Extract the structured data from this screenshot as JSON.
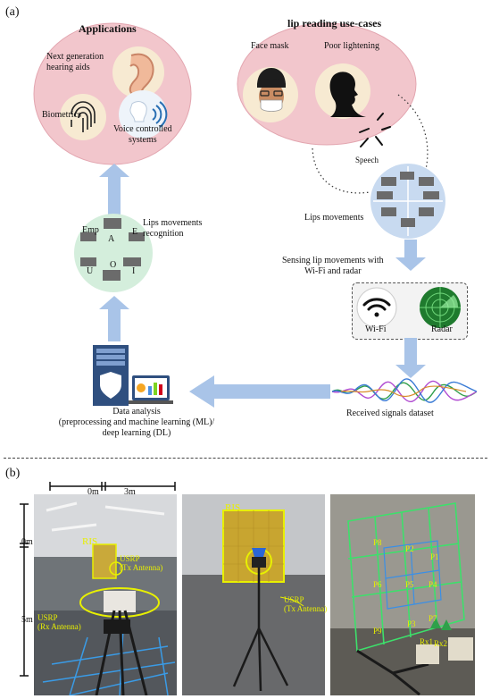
{
  "panel_a": {
    "label": "(a)",
    "applications": {
      "title": "Applications",
      "hearing_aids": "Next generation\nhearing aids",
      "biometrics": "Biometrics",
      "voice_systems": "Voice controlled\nsystems"
    },
    "use_cases": {
      "title": "lip reading use-cases",
      "face_mask": "Face mask",
      "poor_lighting": "Poor lightening",
      "speech": "Speech"
    },
    "lips_movements": "Lips movements",
    "sensing": "Sensing lip movements with\nWi-Fi and radar",
    "wifi": "Wi-Fi",
    "radar": "Radar",
    "received_dataset": "Received signals dataset",
    "recognition": {
      "title": "Lips movements\nrecognition",
      "emp": "Emp",
      "a": "A",
      "e": "E",
      "u": "U",
      "o": "O",
      "i": "I"
    },
    "data_analysis": "Data analysis\n(preprocessing and machine learning (ML)/\ndeep learning (DL)"
  },
  "panel_b": {
    "label": "(b)",
    "scale_0m": "0m",
    "scale_3m": "3m",
    "left_0m": "0m",
    "left_5m": "5m",
    "photo1": {
      "ris": "RIS",
      "usrp_tx": "USRP\n(Tx Antenna)",
      "usrp_rx": "USRP\n(Rx Antenna)"
    },
    "photo2": {
      "ris": "RIS",
      "usrp_tx": "USRP\n(Tx Antenna)"
    },
    "photo3": {
      "grid_labels": [
        "P8",
        "P6",
        "P1",
        "P5",
        "P4",
        "P2",
        "P3",
        "P7",
        "P9",
        "Rx1",
        "Rx2"
      ]
    }
  },
  "colors": {
    "pink_ellipse": "#f2c6cc",
    "pink_border": "#e3a6b0",
    "blue_arrow": "#a9c4e8",
    "green_circle": "#d4eedc",
    "blue_circle": "#c8daf0",
    "dark_blue": "#2f4f7f",
    "annotation_yellow": "#e8f000"
  }
}
